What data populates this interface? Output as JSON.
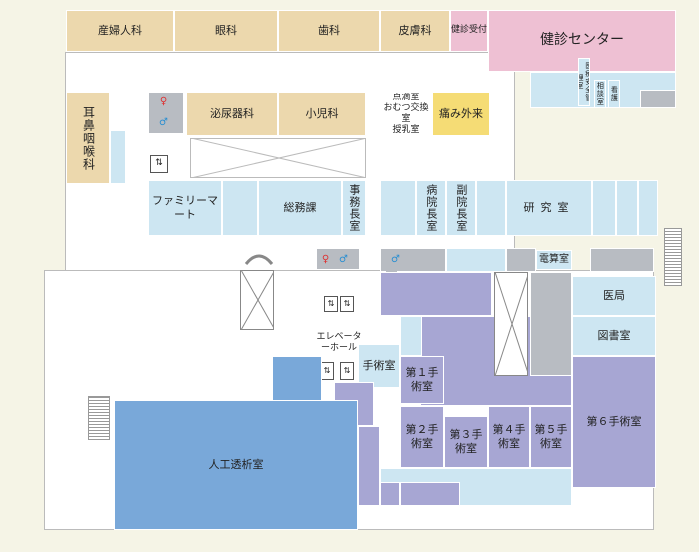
{
  "rooms": {
    "obgyn": "産婦人科",
    "ophthalmology": "眼科",
    "dental": "歯科",
    "dermatology": "皮膚科",
    "health_reception": "健診受付",
    "health_center": "健診センター",
    "ent": "耳鼻咽喉科",
    "urology": "泌尿器科",
    "pediatrics": "小児科",
    "treatment_room": "点滴室",
    "diaper_room": "おむつ交換室",
    "nursing_room": "授乳室",
    "pain_clinic": "痛み外来",
    "family_mart": "ファミリーマート",
    "general_affairs": "総務課",
    "office_director": "事務長室",
    "hospital_director": "病院長室",
    "vice_director": "副院長室",
    "research_room": "研究室",
    "computer_room": "電算室",
    "medical_office": "医局",
    "library": "図書室",
    "elevator_hall": "エレベーターホール",
    "operating_room": "手術室",
    "or_1": "第１手術室",
    "or_2": "第２手術室",
    "or_3": "第３手術室",
    "or_4": "第４手術室",
    "or_5": "第５手術室",
    "or_6": "第６手術室",
    "dialysis": "人工透析室",
    "safety_mgmt": "医療安全管理室",
    "misc_room_a": "相談室",
    "misc_room_b": "看護"
  },
  "colors": {
    "outpatient": "#ecd8ad",
    "support": "#cde6f2",
    "surgery": "#a7a6d3",
    "dialysis": "#79a8d9",
    "utility": "#b8bcc2",
    "health_center": "#eec0d3",
    "pain_clinic": "#f5dc75"
  },
  "icons": {
    "male_restroom": "male-restroom-icon",
    "female_restroom": "female-restroom-icon",
    "elevator": "elevator-icon",
    "stairs": "stairs-icon"
  }
}
